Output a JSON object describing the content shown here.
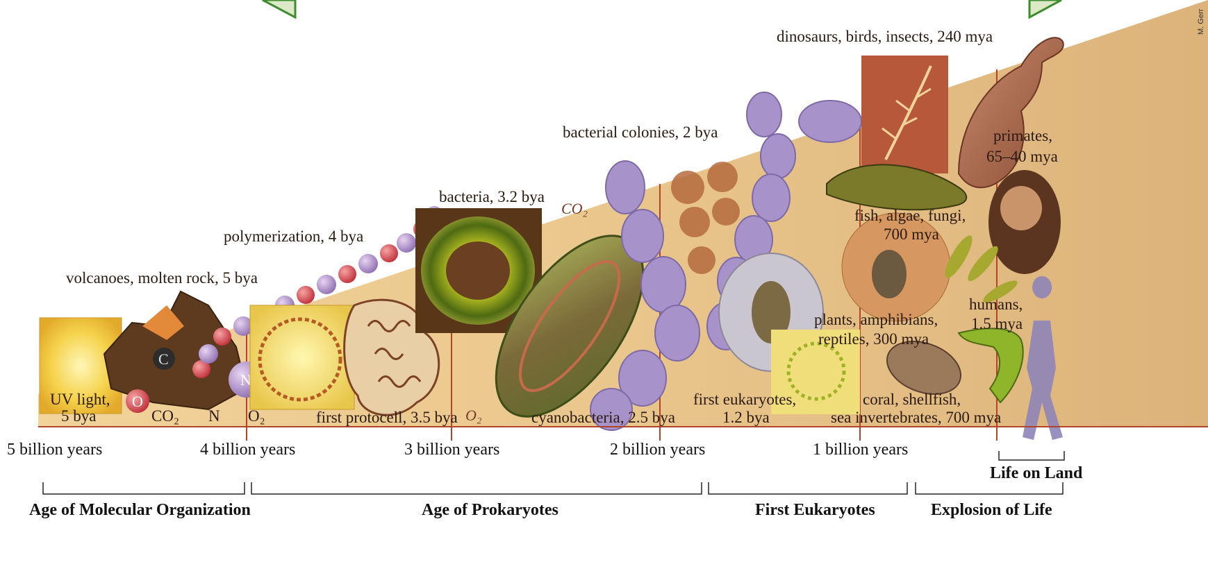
{
  "credit": "M. Gerr",
  "chemistry": {
    "co2": "CO₂",
    "n": "N",
    "o2": "O₂",
    "c_atom": "C",
    "n_atom": "N",
    "o_atom": "O",
    "o2_mark": "O₂",
    "co2_mark": "CO₂"
  },
  "events": {
    "uv": [
      "UV light,",
      "5 bya"
    ],
    "volcanoes": "volcanoes, molten rock, 5 bya",
    "polymerization": "polymerization, 4 bya",
    "protocell": "first protocell, 3.5 bya",
    "bacteria": "bacteria, 3.2 bya",
    "cyanobacteria": "cyanobacteria, 2.5 bya",
    "colonies": "bacterial colonies, 2 bya",
    "eukaryotes": [
      "first eukaryotes,",
      "1.2 bya"
    ],
    "dinosaurs": "dinosaurs, birds, insects, 240 mya",
    "primates": [
      "primates,",
      "65–40 mya"
    ],
    "fish": [
      "fish, algae, fungi,",
      "700 mya"
    ],
    "plants": [
      "plants, amphibians,",
      "reptiles, 300 mya"
    ],
    "humans": [
      "humans,",
      "1.5 mya"
    ],
    "coral": [
      "coral, shellfish,",
      "sea invertebrates, 700 mya"
    ]
  },
  "timeline": {
    "ticks": [
      "5 billion years",
      "4 billion years",
      "3 billion years",
      "2 billion years",
      "1 billion years"
    ]
  },
  "ages": [
    "Age of Molecular Organization",
    "Age of Prokaryotes",
    "First Eukaryotes",
    "Explosion of Life",
    "Life on Land"
  ]
}
